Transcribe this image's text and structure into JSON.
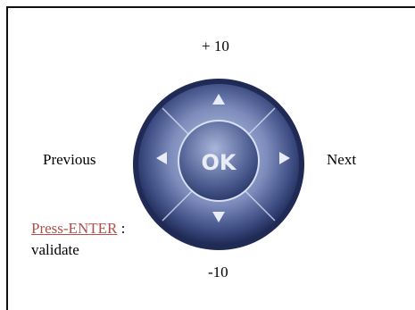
{
  "navigation": {
    "up_label": "+ 10",
    "down_label": "-10",
    "previous_label": "Previous",
    "next_label": "Next"
  },
  "remote": {
    "ok_label": "OK"
  },
  "hint": {
    "key_label": "Press-ENTER",
    "separator": " :",
    "action_text": "validate"
  },
  "colors": {
    "link": "#b0504a",
    "pad_dark": "#1f2a55",
    "pad_mid": "#5a6a9c",
    "pad_light": "#c2cce6",
    "arrow": "#e8ecf6"
  },
  "icons": {
    "up": "triangle-up-icon",
    "down": "triangle-down-icon",
    "left": "triangle-left-icon",
    "right": "triangle-right-icon"
  }
}
